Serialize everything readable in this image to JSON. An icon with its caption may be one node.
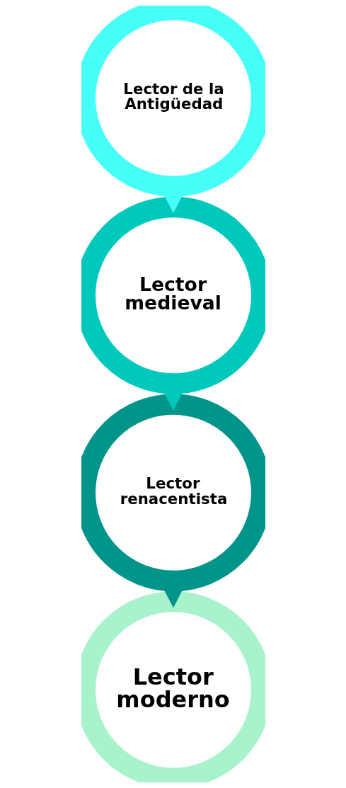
{
  "diagram": {
    "nodes": [
      {
        "text": [
          "Lector de la Antigüedad"
        ]
      },
      {
        "text": [
          "Lector medieval"
        ]
      },
      {
        "text": [
          "Lector renacentista"
        ]
      },
      {
        "text": [
          "Lector moderno"
        ]
      }
    ],
    "edges": [
      {
        "from": 0,
        "to": 1,
        "arrow": "to"
      },
      {
        "from": 1,
        "to": 2,
        "arrow": "to"
      },
      {
        "from": 2,
        "to": 3,
        "arrow": "to"
      }
    ]
  }
}
